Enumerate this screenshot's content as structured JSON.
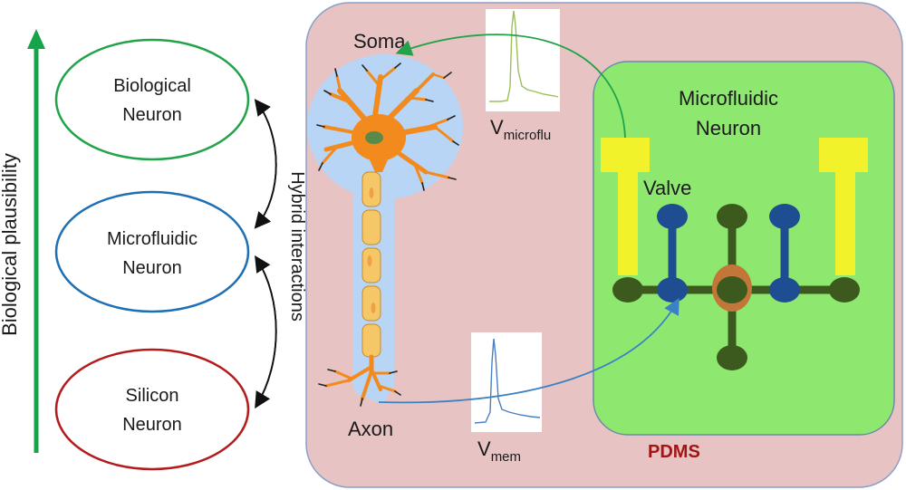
{
  "axis": {
    "label": "Biological plausibility",
    "color": "#16a34a"
  },
  "hierarchy": {
    "items": [
      {
        "line1": "Biological",
        "line2": "Neuron",
        "color": "#22a34a"
      },
      {
        "line1": "Microfluidic",
        "line2": "Neuron",
        "color": "#1f6fb5"
      },
      {
        "line1": "Silicon",
        "line2": "Neuron",
        "color": "#b31c1c"
      }
    ],
    "interaction_label": "Hybrid interactions"
  },
  "panel": {
    "material_label": "PDMS",
    "soma_label": "Soma",
    "axon_label": "Axon",
    "device_title_line1": "Microfluidic",
    "device_title_line2": "Neuron",
    "valve_label": "Valve",
    "colors": {
      "pdms": "#e7c3c3",
      "device": "#8ee870",
      "neuron": "#f28a1e",
      "axon_segment": "#f5c766",
      "neuron_bg": "#b8d5f5",
      "valve": "#1e4d91",
      "node": "#3d5a1e",
      "port": "#f2f22a"
    }
  },
  "traces": {
    "microfluidic": {
      "label_main": "V",
      "label_sub": "microflu",
      "color": "#9bbf5a"
    },
    "membrane": {
      "label_main": "V",
      "label_sub": "mem",
      "color": "#4a7fc0"
    }
  }
}
